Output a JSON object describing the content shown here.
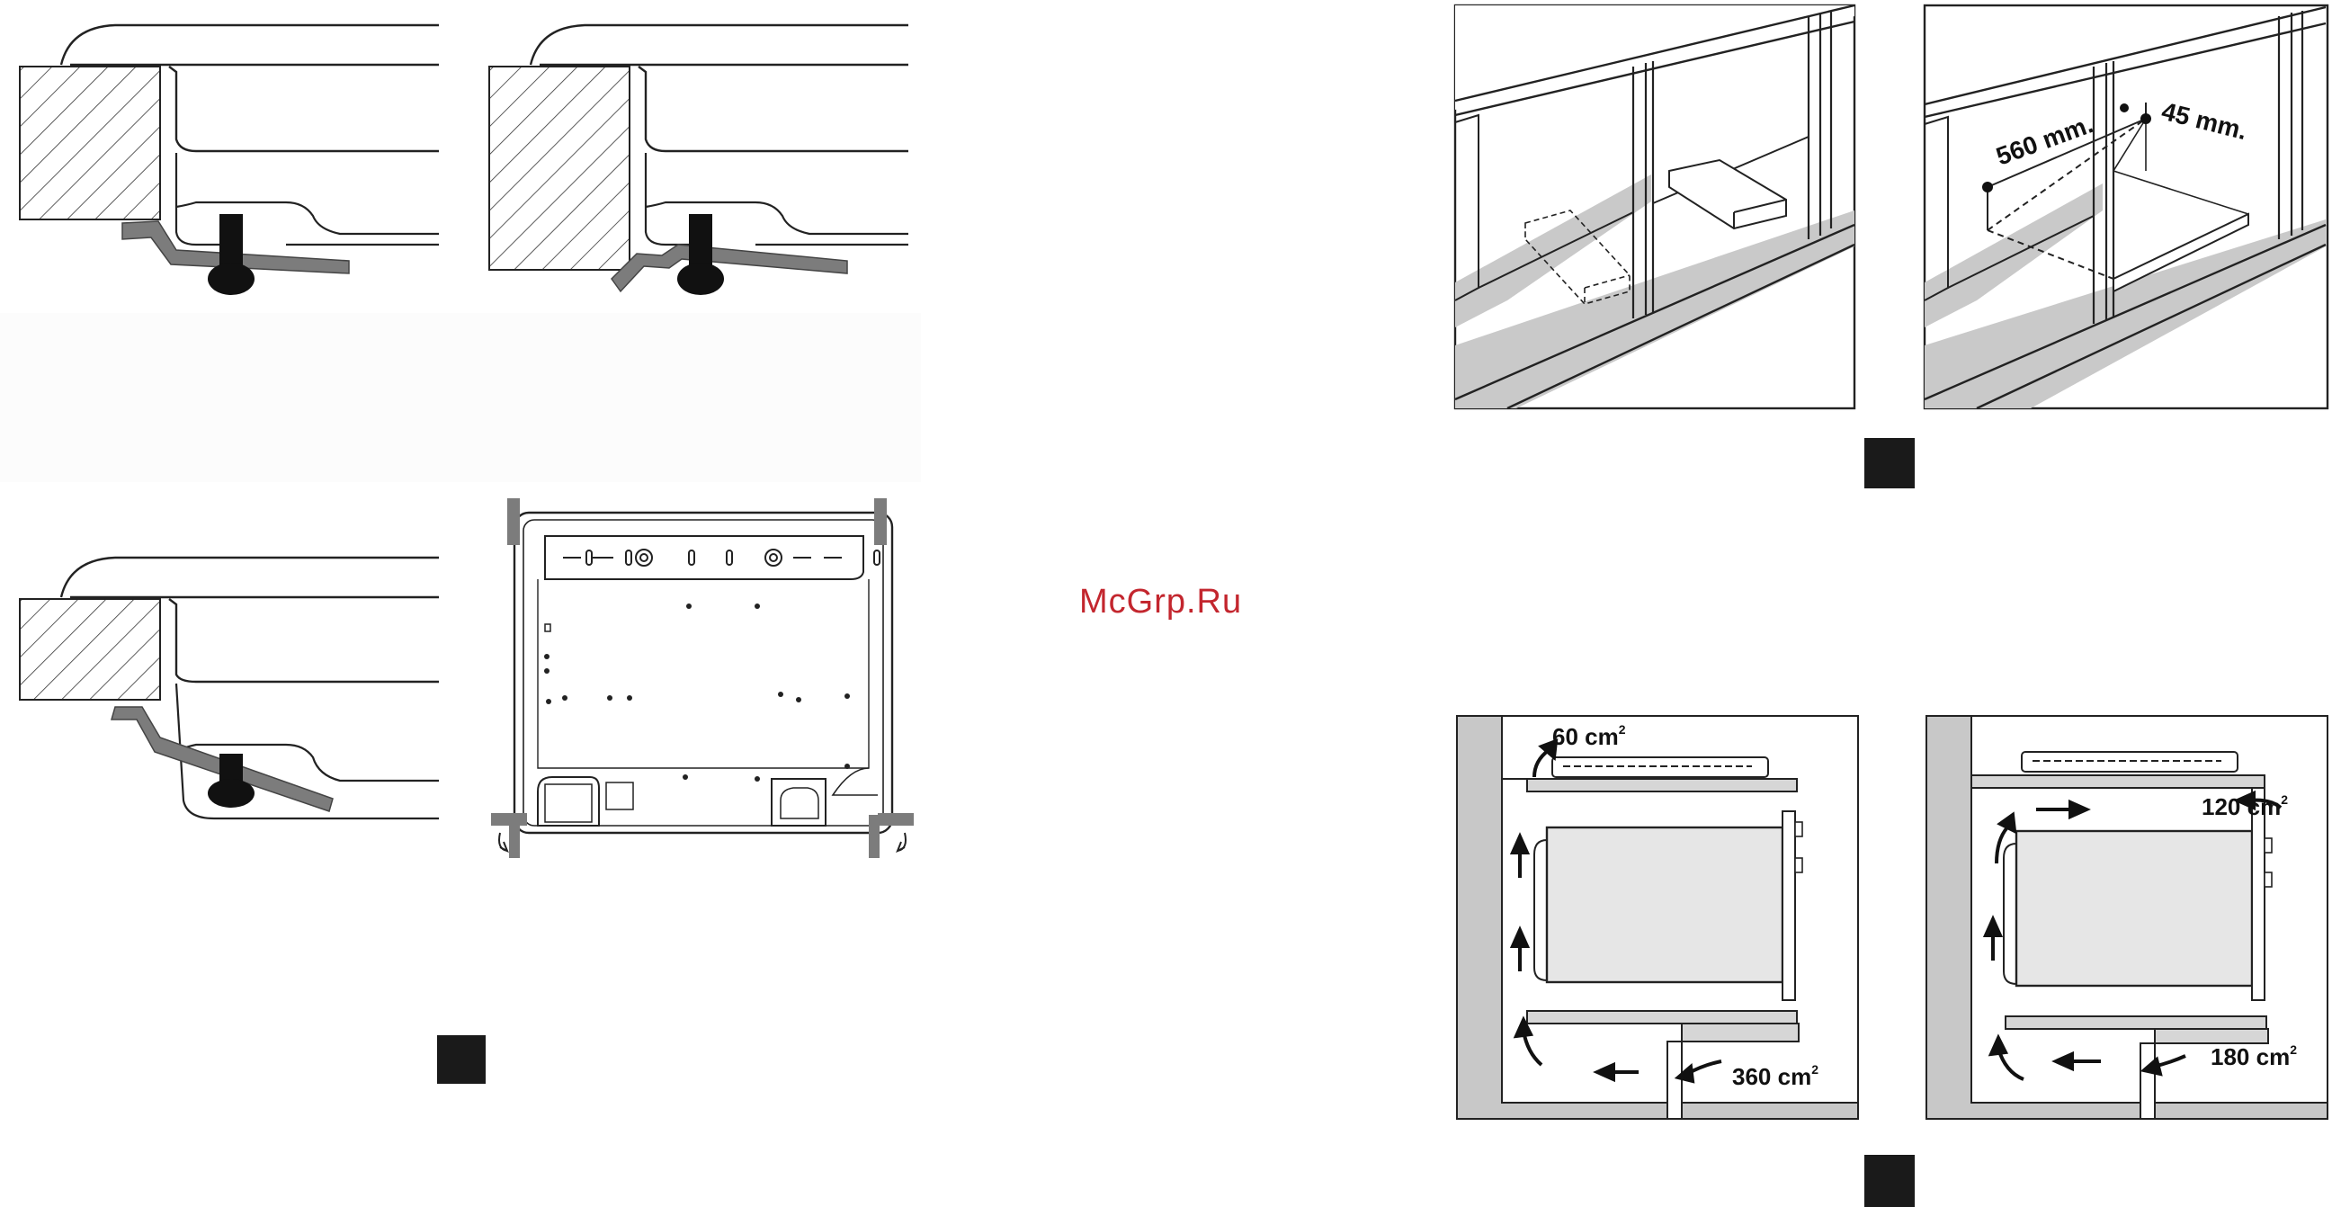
{
  "watermark": {
    "text": "McGrp.Ru"
  },
  "cabinet_dimensions": {
    "width_label": "560 mm.",
    "depth_label": "45 mm."
  },
  "ventilation_left": {
    "top_label": "60 cm",
    "top_sup": "2",
    "bottom_label": "360 cm",
    "bottom_sup": "2"
  },
  "ventilation_right": {
    "top_label": "120 cm",
    "top_sup": "2",
    "bottom_label": "180 cm",
    "bottom_sup": "2"
  },
  "colors": {
    "clamp": "#7c7c7c",
    "screw": "#111111",
    "wall": "#c8c8c8",
    "line": "#222222",
    "watermark": "#c3262e"
  }
}
